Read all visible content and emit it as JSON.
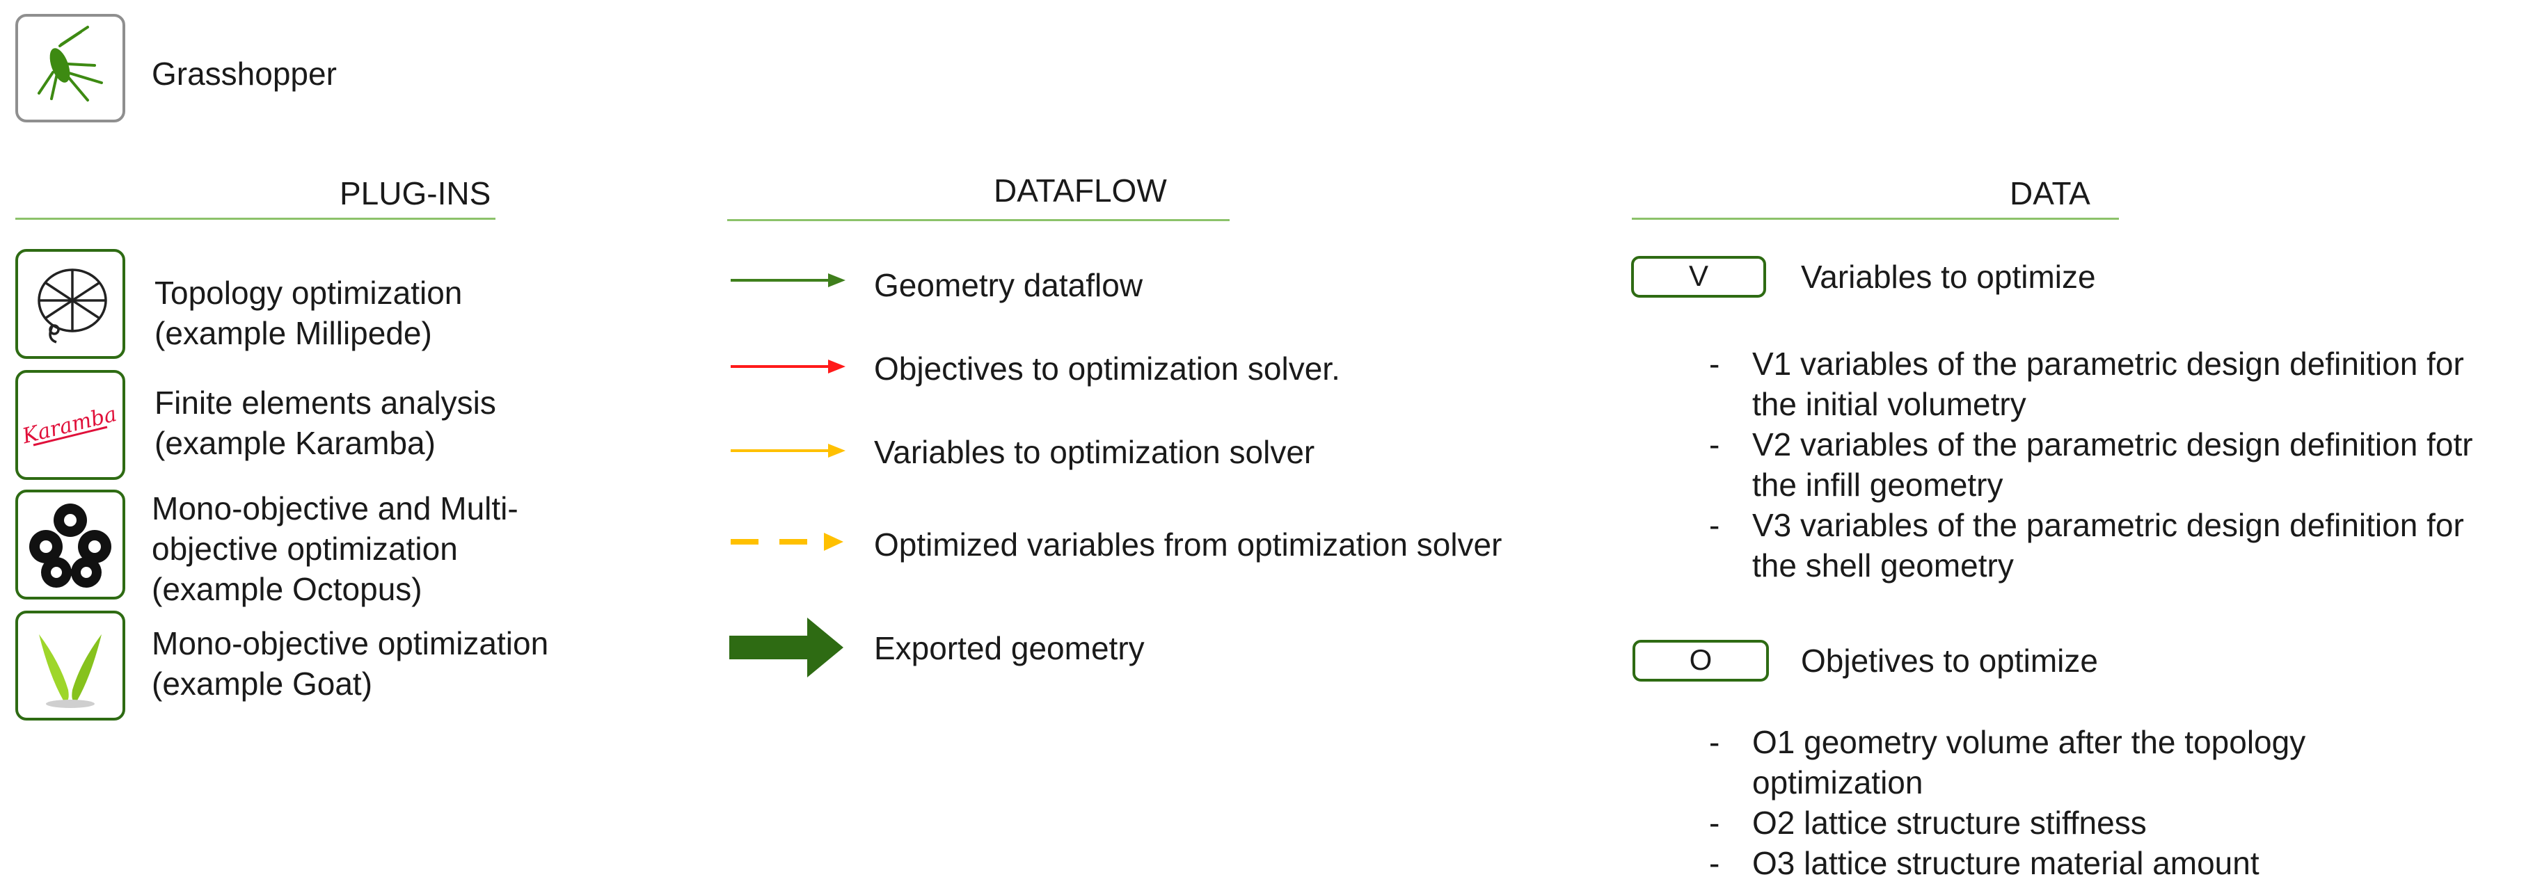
{
  "header": {
    "grasshopper_label": "Grasshopper",
    "grasshopper_icon": "grasshopper-icon"
  },
  "plugins": {
    "title": "PLUG-INS",
    "items": [
      {
        "icon": "millipede-icon",
        "line1": "Topology optimization",
        "line2": "(example Millipede)"
      },
      {
        "icon": "karamba-icon",
        "logo_text": "Karamba",
        "line1": "Finite elements analysis",
        "line2": "(example Karamba)"
      },
      {
        "icon": "octopus-icon",
        "line1": "Mono-objective and Multi-",
        "line2": "objective optimization",
        "line3": "(example Octopus)"
      },
      {
        "icon": "goat-icon",
        "line1": "Mono-objective optimization",
        "line2": "(example Goat)"
      }
    ]
  },
  "dataflow": {
    "title": "DATAFLOW",
    "items": [
      {
        "label": "Geometry dataflow",
        "color": "#3f7f1c",
        "style": "thin"
      },
      {
        "label": "Objectives to optimization solver.",
        "color": "#ff1a1a",
        "style": "thin"
      },
      {
        "label": "Variables to optimization solver",
        "color": "#ffc000",
        "style": "thin"
      },
      {
        "label": "Optimized variables from optimization solver",
        "color": "#ffc000",
        "style": "dashed"
      },
      {
        "label": "Exported geometry",
        "color": "#2e6b13",
        "style": "thick"
      }
    ]
  },
  "data": {
    "title": "DATA",
    "variables": {
      "badge": "V",
      "label": "Variables to optimize",
      "bullets": [
        {
          "line1": "V1 variables of the parametric design definition for",
          "line2": "the initial volumetry"
        },
        {
          "line1": "V2 variables of the parametric design definition fotr",
          "line2": "the infill geometry"
        },
        {
          "line1": "V3 variables of the parametric design definition for",
          "line2": "the shell geometry"
        }
      ]
    },
    "objectives": {
      "badge": "O",
      "label": "Objetives to optimize",
      "bullets": [
        {
          "line1": "O1 geometry volume after the topology",
          "line2": "optimization"
        },
        {
          "line1": "O2 lattice structure stiffness"
        },
        {
          "line1": "O3 lattice structure material amount"
        }
      ]
    }
  },
  "colors": {
    "rule": "#8cc26a",
    "border_dark_green": "#2e6b13",
    "border_gray": "#8f8f8f"
  }
}
